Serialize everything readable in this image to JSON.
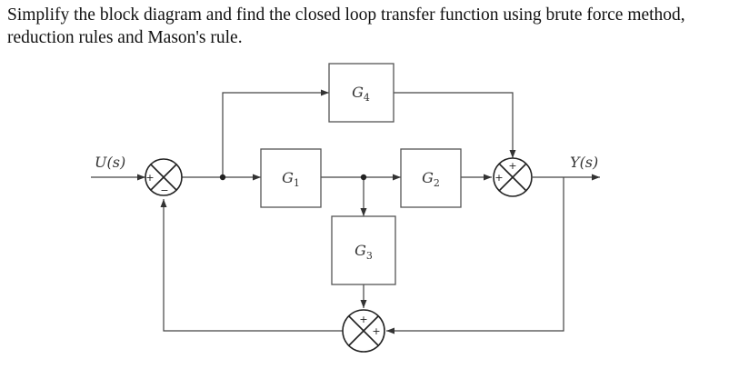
{
  "question": {
    "line1": "Simplify the block diagram and find the closed loop transfer function using brute force method,",
    "line2": "reduction rules and Mason's rule."
  },
  "diagram": {
    "input_label": "U(s)",
    "output_label": "Y(s)",
    "blocks": {
      "g1": {
        "name": "G",
        "sub": "1"
      },
      "g2": {
        "name": "G",
        "sub": "2"
      },
      "g3": {
        "name": "G",
        "sub": "3"
      },
      "g4": {
        "name": "G",
        "sub": "4"
      }
    },
    "signs": {
      "plus": "+",
      "minus": "−"
    }
  }
}
